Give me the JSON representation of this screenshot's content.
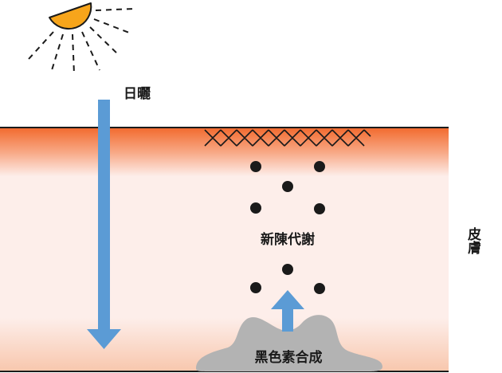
{
  "labels": {
    "sun_exposure": "日曬",
    "metabolism": "新陳代謝",
    "skin": "皮膚",
    "melanin_synthesis": "黑色素合成"
  },
  "colors": {
    "sun": "#F7A51B",
    "sun_outline": "#1a1a1a",
    "arrow": "#5B9BD5",
    "skin_top": "#F26A2E",
    "skin_body": "#FDEEEA",
    "skin_bottom": "#F8C7AD",
    "blob": "#B3B3B3",
    "dots": "#1a1a1a"
  },
  "icons": {
    "sun": "sun-icon",
    "down_arrow": "arrow-down-icon",
    "up_arrow": "arrow-up-icon"
  }
}
